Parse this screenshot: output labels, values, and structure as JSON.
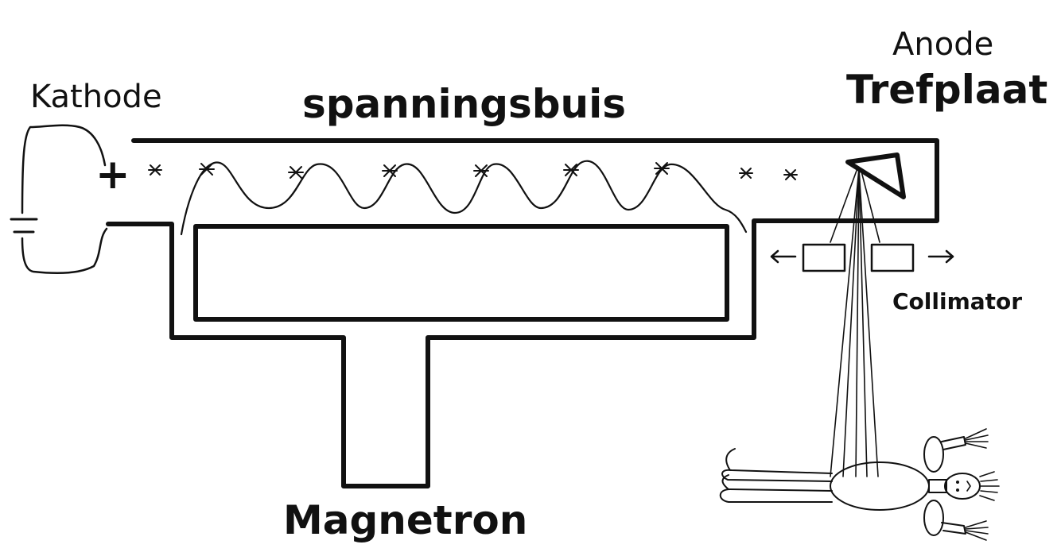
{
  "labels": {
    "cathode": "Kathode",
    "tube": "spanningsbuis",
    "anode": "Anode",
    "target": "Trefplaat",
    "collimator": "Collimator",
    "magnetron": "Magnetron",
    "plus_sign": "+"
  },
  "colors": {
    "ink": "#111111",
    "background": "#ffffff"
  }
}
